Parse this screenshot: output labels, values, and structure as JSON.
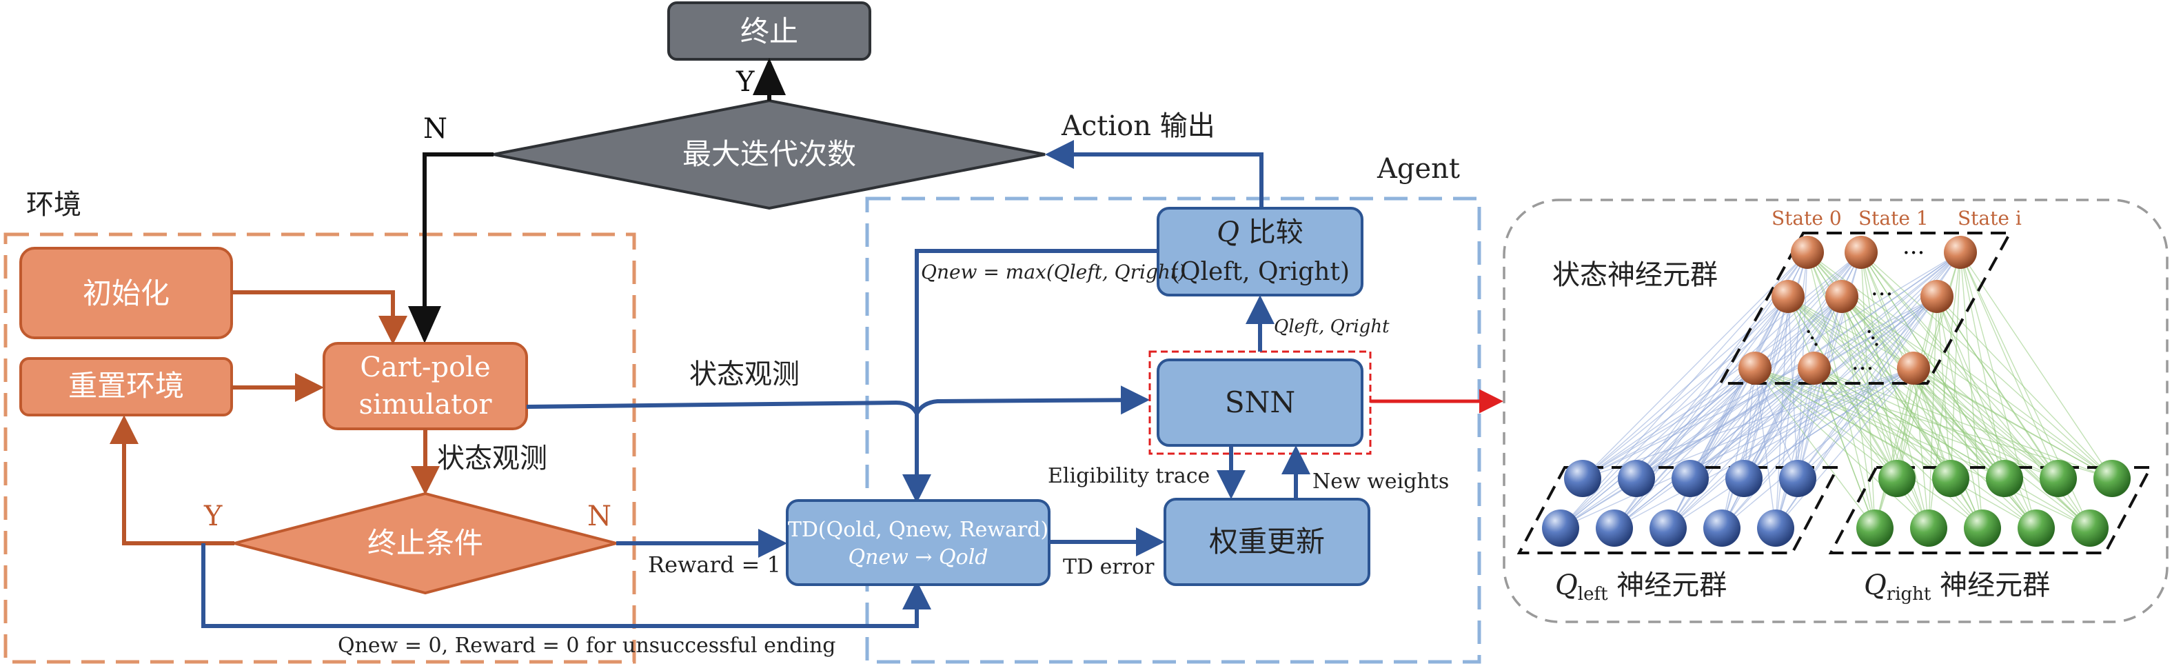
{
  "labels": {
    "terminate": "终止",
    "max_iter": "最大迭代次数",
    "yes_top": "Y",
    "no_top": "N",
    "action_output": "Action 输出",
    "env_title": "环境",
    "agent_title": "Agent",
    "init": "初始化",
    "reset_env": "重置环境",
    "cartpole_line1": "Cart-pole",
    "cartpole_line2": "simulator",
    "state_obs_down": "状态观测",
    "term_cond": "终止条件",
    "yes_left": "Y",
    "no_right": "N",
    "state_obs_mid": "状态观测",
    "reward_eq": "Reward = 1",
    "q_compare_line1_q": "Q",
    "q_compare_line1_rest": " 比较",
    "q_compare_line2": "(Qleft, Qright)",
    "qnew_max": "Qnew = max(Qleft, Qright)",
    "qleft_qright_small": "Qleft, Qright",
    "snn": "SNN",
    "td_line1": "TD(Qold, Qnew, Reward)",
    "td_line2": "Qnew → Qold",
    "td_error": "TD error",
    "eligibility": "Eligibility trace",
    "new_weights": "New weights",
    "weight_update": "权重更新",
    "bottom_note": "Qnew = 0, Reward = 0 for unsuccessful ending",
    "state_group": "状态神经元群",
    "state0": "State 0",
    "state1": "State 1",
    "statei": "State i",
    "qleft_group_q": "Q",
    "qleft_group_sub": "left",
    "qleft_group_rest": " 神经元群",
    "qright_group_q": "Q",
    "qright_group_sub": "right",
    "qright_group_rest": " 神经元群"
  },
  "colors": {
    "orange_fill": "#e8906a",
    "orange_stroke": "#c05a2e",
    "orange_arrow": "#b8552a",
    "blue_fill": "#8fb3dc",
    "blue_stroke": "#2c5593",
    "blue_arrow": "#2f5597",
    "gray_fill": "#6f737a",
    "gray_stroke": "#2e3135",
    "red": "#e02020",
    "neuron_orange": "#d8865c",
    "neuron_blue": "#5b7cc2",
    "neuron_green": "#5fae4e"
  }
}
